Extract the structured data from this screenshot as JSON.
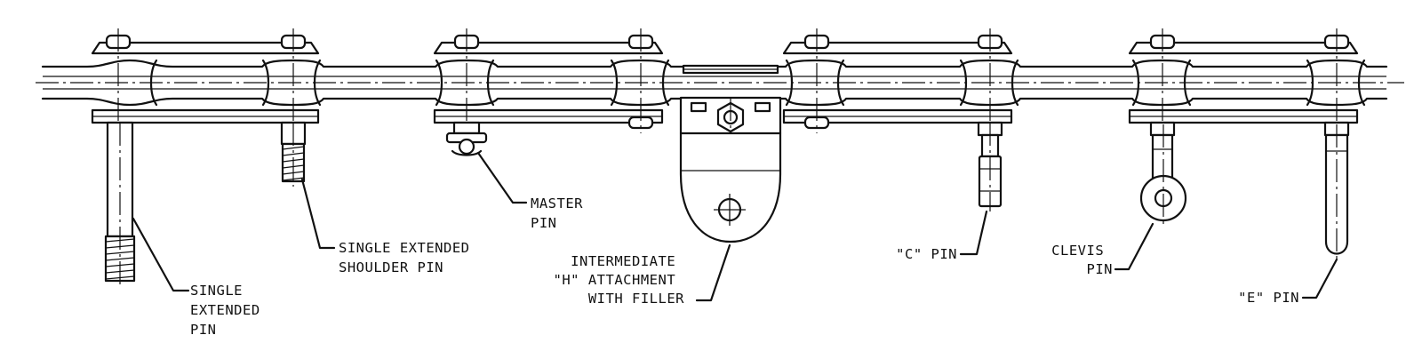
{
  "labels": {
    "single_extended_pin": [
      "SINGLE",
      "EXTENDED",
      "PIN"
    ],
    "single_extended_shoulder_pin": [
      "SINGLE EXTENDED",
      "SHOULDER PIN"
    ],
    "master_pin": [
      "MASTER",
      "PIN"
    ],
    "intermediate_h_attachment": [
      "INTERMEDIATE",
      "\"H\" ATTACHMENT",
      "WITH FILLER"
    ],
    "c_pin": [
      "\"C\" PIN"
    ],
    "clevis_pin": [
      "CLEVIS",
      "PIN"
    ],
    "e_pin": [
      "\"E\" PIN"
    ]
  },
  "colors": {
    "line": "#111111",
    "background": "#ffffff"
  }
}
